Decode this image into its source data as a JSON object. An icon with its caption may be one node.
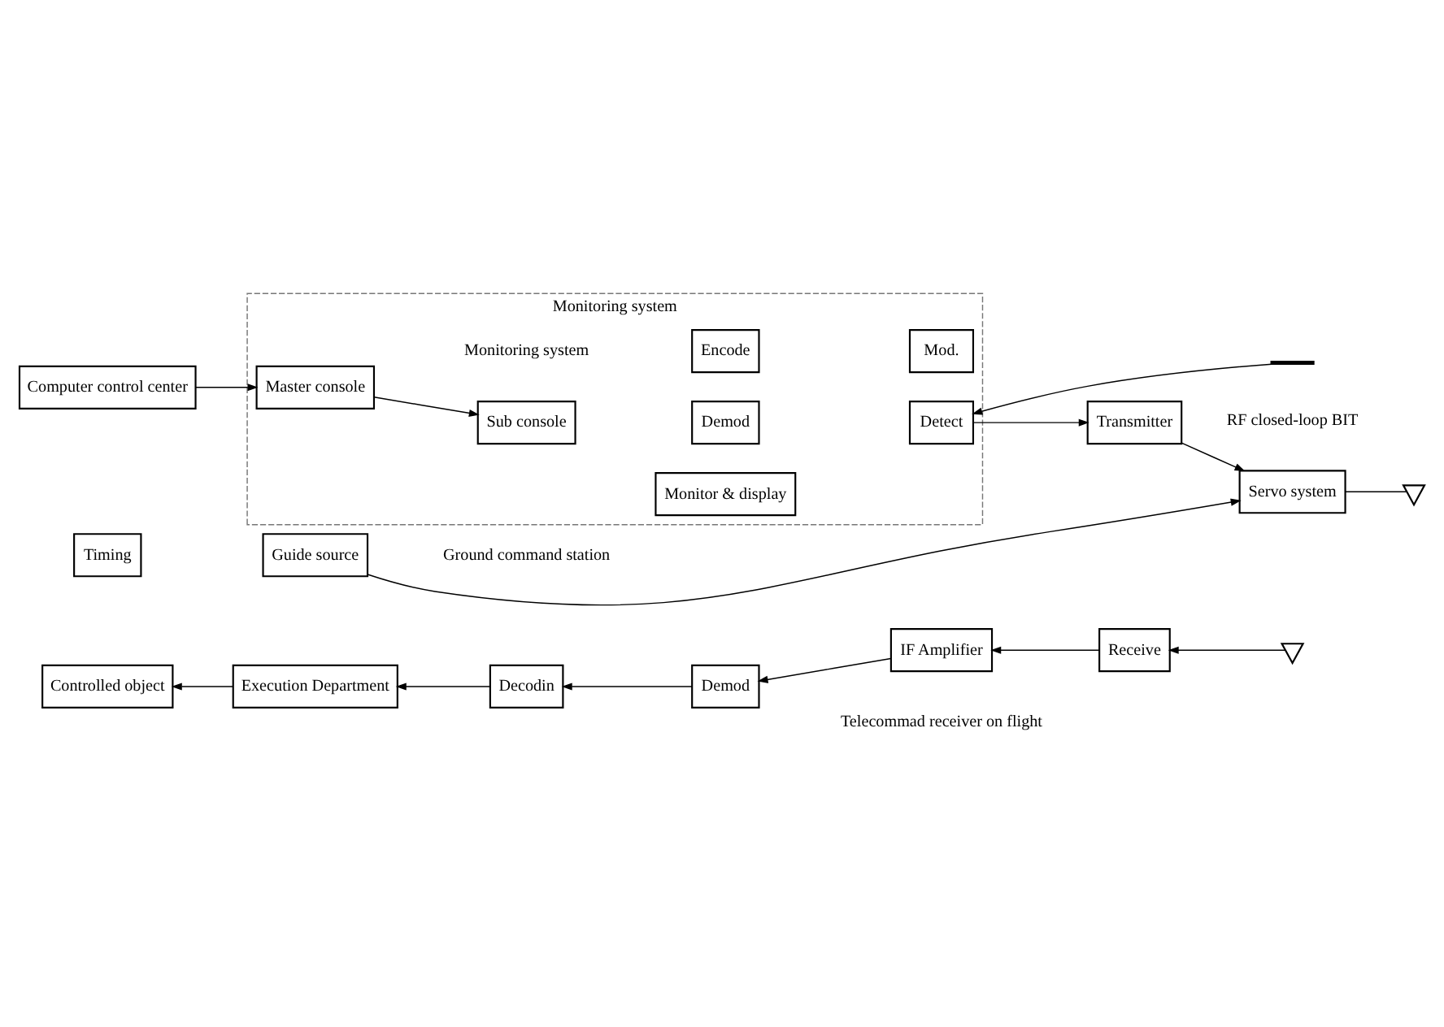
{
  "diagram": {
    "nodes": [
      {
        "text": [
          "Controlled object"
        ]
      },
      {
        "text": [
          "Execution Department"
        ]
      },
      {
        "text": [
          "Decodin"
        ]
      },
      {
        "text": [
          "Demod"
        ]
      },
      {
        "text": [
          "IF Amplifier"
        ]
      },
      {
        "text": [
          "Receive"
        ]
      },
      {
        "text": [],
        "shape": "antenna"
      },
      {
        "text": [
          "Monitoring system",
          "Monitoring system"
        ]
      },
      {
        "text": [
          "Computer control center"
        ]
      },
      {
        "text": [
          "Master console"
        ],
        "in": 7
      },
      {
        "text": [
          "Sub console"
        ],
        "in": 7
      },
      {
        "text": [
          "Encode"
        ],
        "in": 7
      },
      {
        "text": [
          "Mod."
        ],
        "in": 7
      },
      {
        "text": [
          "Demod"
        ],
        "in": 7
      },
      {
        "text": [
          "Detect"
        ],
        "in": 7
      },
      {
        "text": [
          "Monitor & display"
        ],
        "in": 7
      },
      {
        "text": [
          "Transmitter"
        ]
      },
      {
        "text": [
          "Servo system"
        ]
      },
      {
        "text": [],
        "shape": "antenna"
      },
      {
        "text": [],
        "shape": "bar"
      },
      {
        "text": [
          "Timing"
        ]
      },
      {
        "text": [
          "Guide source"
        ]
      }
    ],
    "edges": [
      {
        "from": 6,
        "to": 5,
        "arrow": "to"
      },
      {
        "from": 5,
        "to": 4,
        "arrow": "to"
      },
      {
        "from": 4,
        "to": 3,
        "arrow": "to"
      },
      {
        "from": 3,
        "to": 2,
        "arrow": "to"
      },
      {
        "from": 2,
        "to": 1,
        "arrow": "to"
      },
      {
        "from": 1,
        "to": 0,
        "arrow": "to"
      },
      {
        "from": 8,
        "to": 9,
        "arrow": "to"
      },
      {
        "from": 9,
        "to": 10,
        "arrow": "to"
      },
      {
        "from": 14,
        "to": 16,
        "arrow": "to"
      },
      {
        "from": 16,
        "to": 17,
        "arrow": "to"
      },
      {
        "from": 17,
        "to": 18,
        "arrow": "none"
      },
      {
        "from": 21,
        "to": 17,
        "arrow": "to"
      },
      {
        "from": 19,
        "to": 14,
        "arrow": "to"
      }
    ],
    "labels": [
      "Telecommad receiver on flight",
      "Ground command station",
      "RF closed-loop BIT"
    ]
  }
}
